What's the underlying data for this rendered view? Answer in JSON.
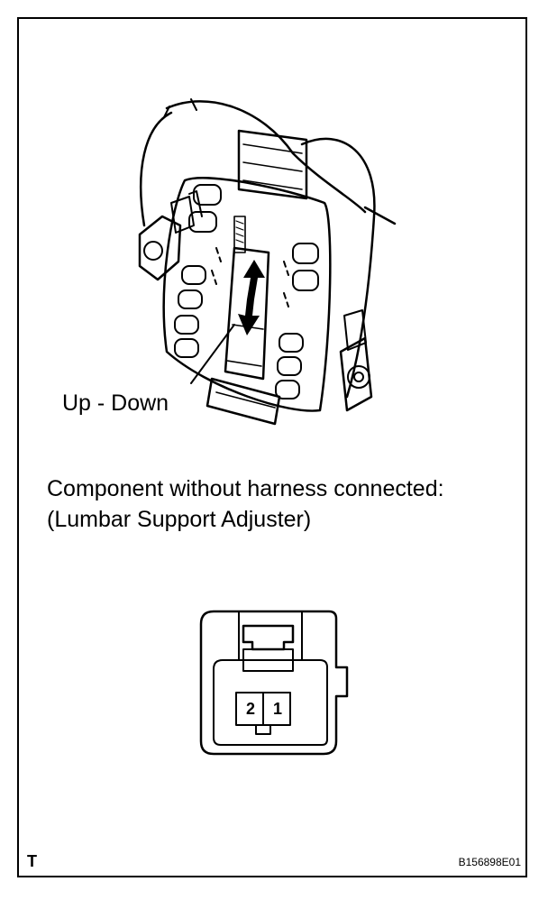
{
  "callout": {
    "label": "Up - Down"
  },
  "caption": {
    "line1": "Component without harness connected:",
    "line2": "(Lumbar Support Adjuster)"
  },
  "connector": {
    "pins": [
      "2",
      "1"
    ]
  },
  "footer": {
    "left_mark": "T",
    "figure_code": "B156898E01"
  }
}
